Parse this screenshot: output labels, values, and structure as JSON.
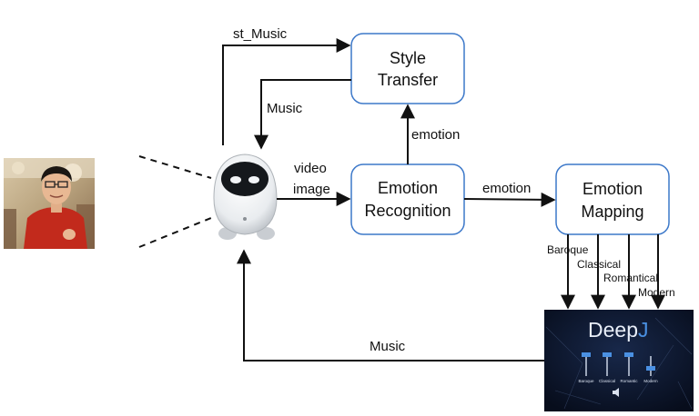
{
  "nodes": {
    "style_transfer": [
      "Style",
      "Transfer"
    ],
    "emotion_recognition": [
      "Emotion",
      "Recognition"
    ],
    "emotion_mapping": [
      "Emotion",
      "Mapping"
    ]
  },
  "edges": {
    "st_music": "st_Music",
    "music_to_robot_top": "Music",
    "video_image": [
      "video",
      "image"
    ],
    "emotion_up": "emotion",
    "emotion_right": "emotion",
    "music_bottom": "Music"
  },
  "styles": [
    "Baroque",
    "Classical",
    "Romantical",
    "Modern"
  ],
  "deepj": {
    "logo": [
      "Deep",
      "J"
    ],
    "slider_labels": [
      "Baroque",
      "Classical",
      "Romantic",
      "Modern"
    ],
    "colors": {
      "background": "#0b1426",
      "accent": "#4a90e2",
      "logo_text": "#e8eef8"
    }
  }
}
